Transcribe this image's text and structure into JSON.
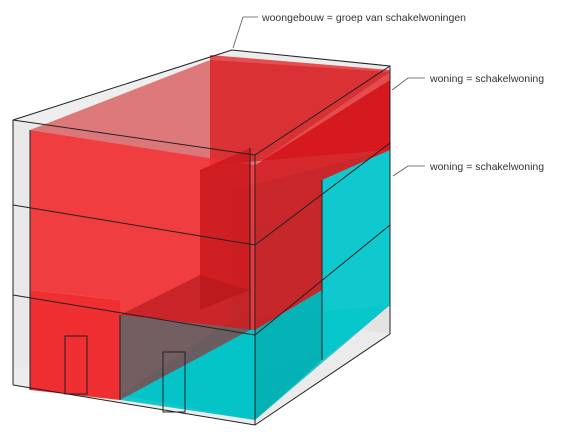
{
  "labels": {
    "building": "woongebouw = groep van schakelwoningen",
    "upper_dwelling": "woning = schakelwoning",
    "lower_dwelling": "woning = schakelwoning"
  },
  "colors": {
    "background": "#ffffff",
    "upper_dwelling": "#e41b1f",
    "lower_dwelling": "#00c4c8",
    "building_shell": "#d9d9d9",
    "outline": "#222222",
    "label_text": "#333333"
  }
}
